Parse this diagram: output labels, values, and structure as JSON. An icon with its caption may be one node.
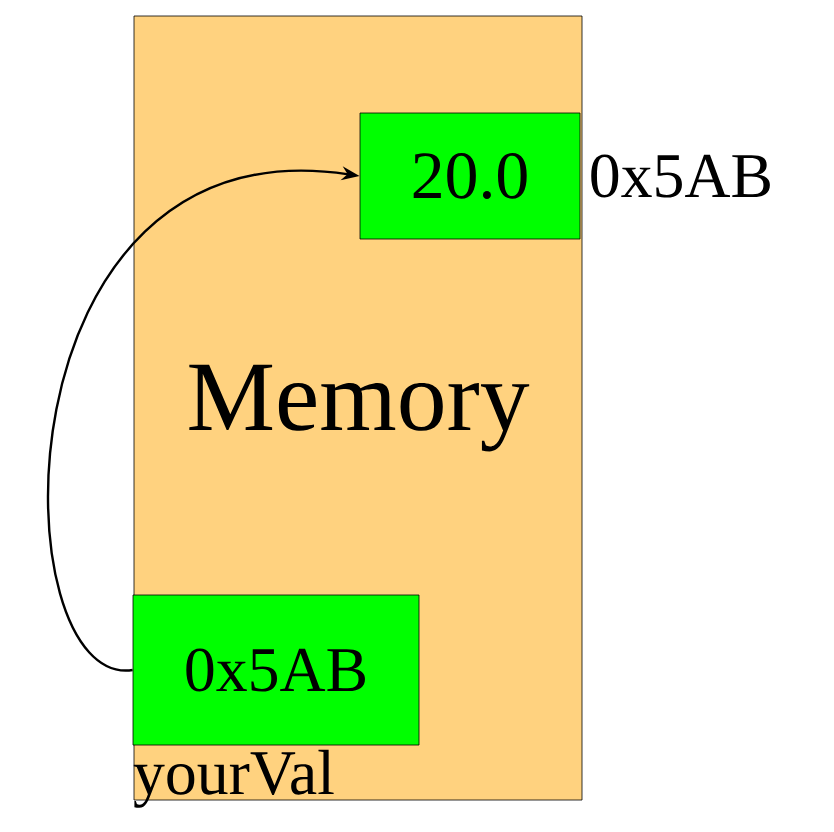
{
  "diagram": {
    "nodes": [
      {
        "text": [
          "Memory"
        ]
      },
      {
        "text": [
          "20.0"
        ],
        "in": 0,
        "beside": [
          "0x5AB"
        ]
      },
      {
        "text": [
          "0x5AB"
        ],
        "in": 0,
        "beside": [
          "yourVal"
        ]
      }
    ],
    "edges": [
      {
        "from": 2,
        "to": 1,
        "arrow": "to"
      }
    ]
  }
}
